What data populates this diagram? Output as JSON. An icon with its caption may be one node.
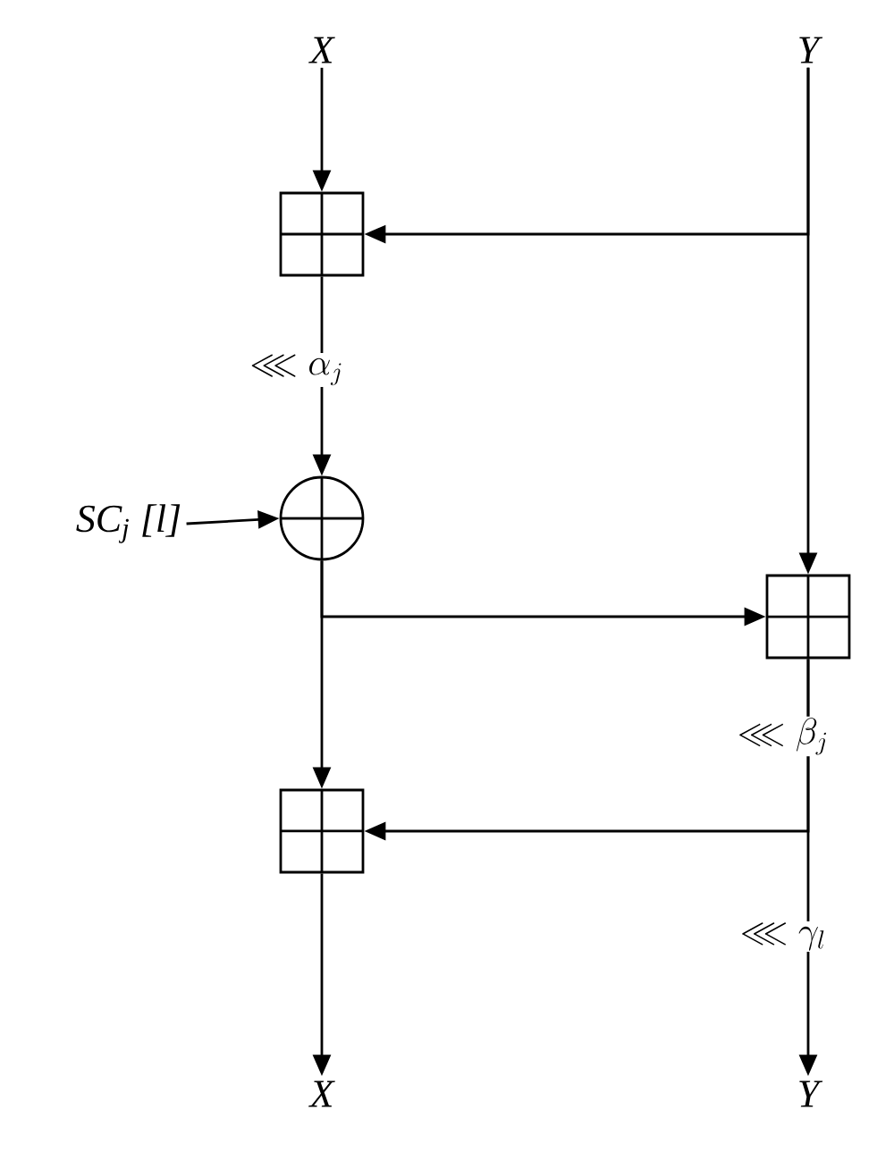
{
  "diagram": {
    "nodes": [
      {
        "text": [
          "X"
        ]
      },
      {
        "text": [
          "Y"
        ]
      },
      {
        "text": [],
        "shape": "box"
      },
      {
        "text": [],
        "shape": "circle"
      },
      {
        "text": [
          "*SC*$_{j}$ [*l*]"
        ]
      },
      {
        "text": [],
        "shape": "box"
      },
      {
        "text": [],
        "shape": "box"
      },
      {
        "text": [
          "X"
        ]
      },
      {
        "text": [
          "Y"
        ]
      }
    ],
    "edges": [
      {
        "from": 0,
        "to": 2,
        "arrow": "to"
      },
      {
        "from": 1,
        "to": 2,
        "arrow": "to"
      },
      {
        "from": 1,
        "to": 5,
        "arrow": "to"
      },
      {
        "from": 2,
        "to": 3,
        "arrow": "to",
        "label": "\\lll \\alpha_j"
      },
      {
        "from": 4,
        "to": 3,
        "arrow": "to"
      },
      {
        "from": 3,
        "to": 5,
        "arrow": "to"
      },
      {
        "from": 3,
        "to": 6,
        "arrow": "to"
      },
      {
        "from": 5,
        "to": 6,
        "arrow": "to",
        "label": "\\lll \\beta_j"
      },
      {
        "from": 5,
        "to": 8,
        "arrow": "to",
        "label": "\\lll \\gamma_l"
      },
      {
        "from": 6,
        "to": 7,
        "arrow": "to"
      }
    ]
  }
}
